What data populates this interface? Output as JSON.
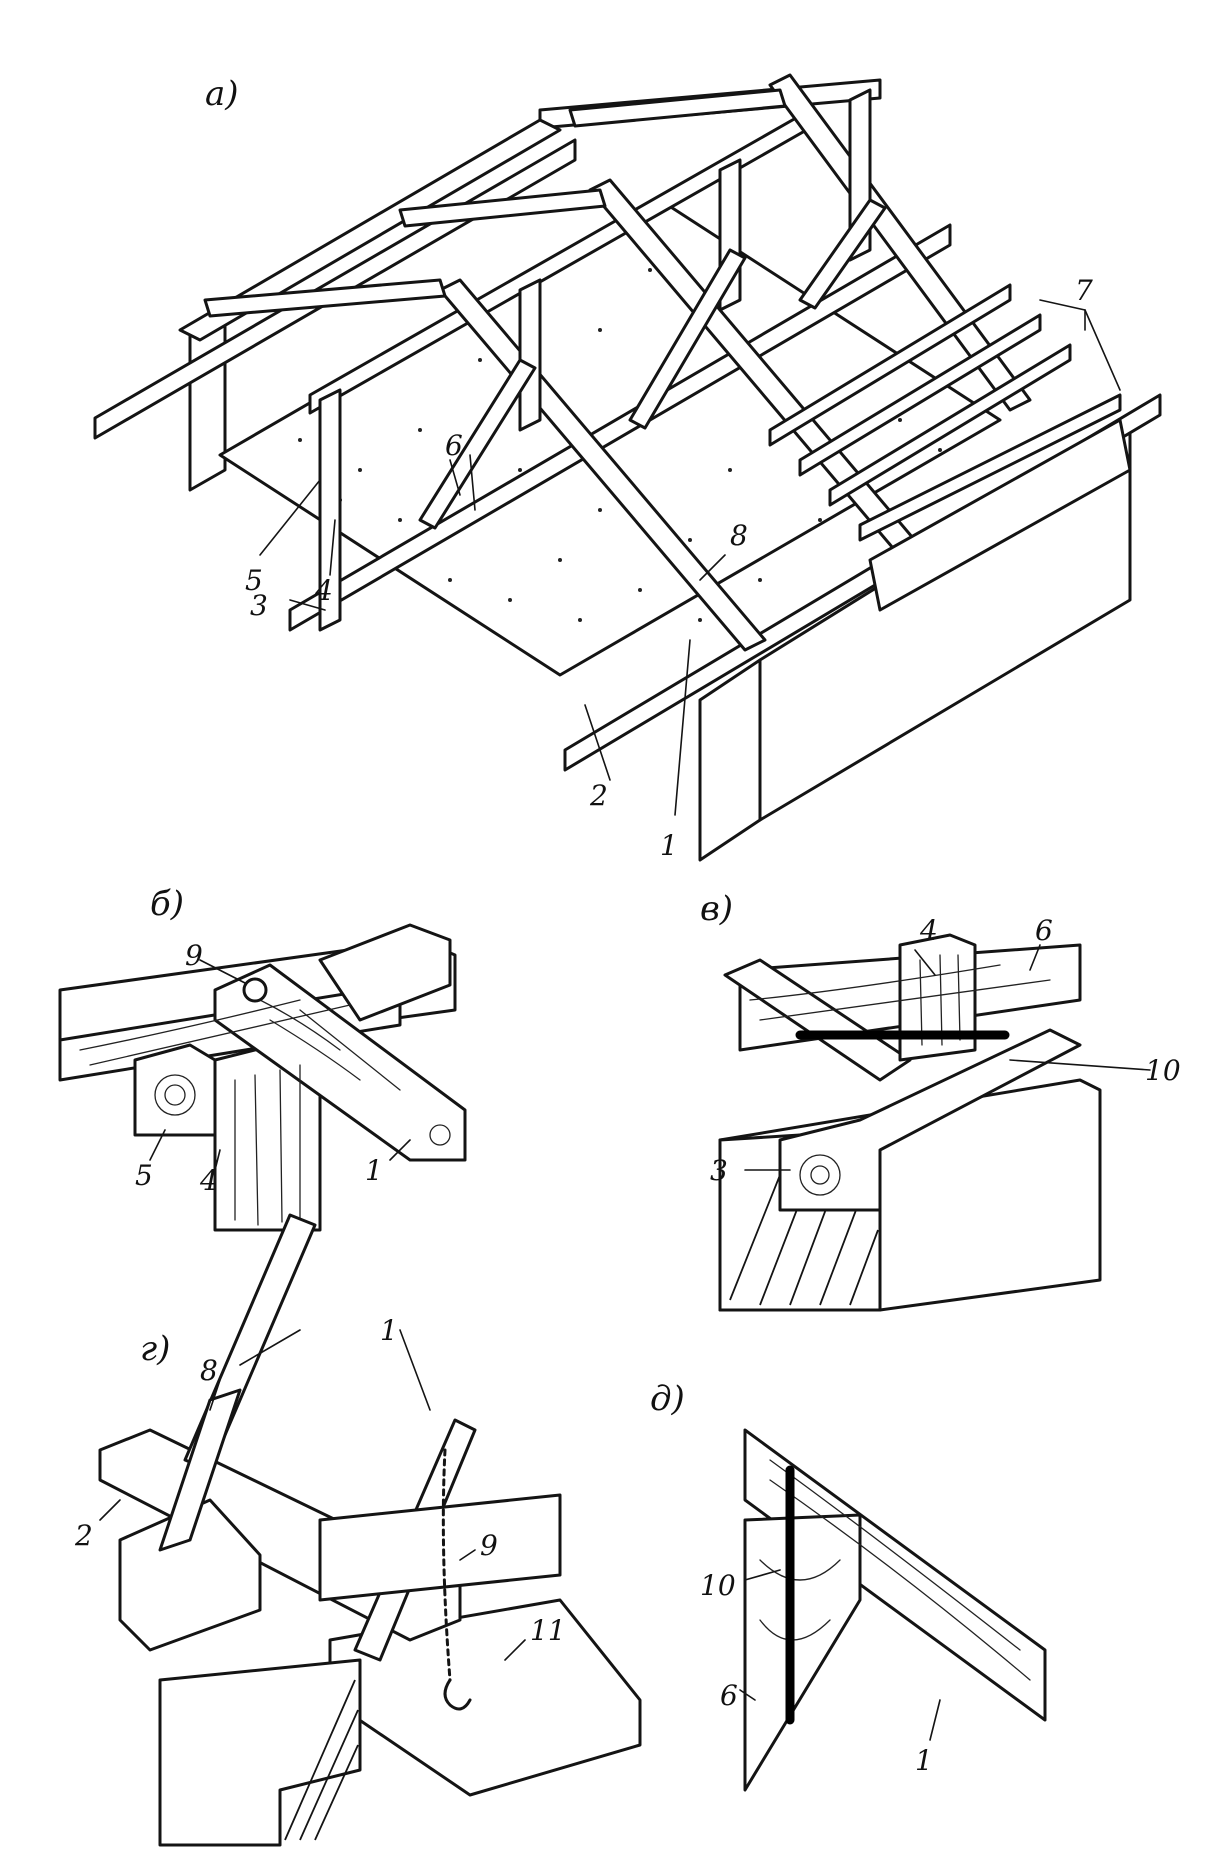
{
  "panels": {
    "a": {
      "letter": "а)",
      "callouts": [
        "1",
        "2",
        "3",
        "4",
        "5",
        "6",
        "7",
        "8"
      ]
    },
    "b": {
      "letter": "б)",
      "callouts": [
        "9",
        "5",
        "4",
        "1"
      ]
    },
    "v": {
      "letter": "в)",
      "callouts": [
        "4",
        "6",
        "10",
        "3"
      ]
    },
    "g": {
      "letter": "г)",
      "callouts": [
        "1",
        "8",
        "2",
        "9",
        "11"
      ]
    },
    "d": {
      "letter": "д)",
      "callouts": [
        "10",
        "6",
        "1"
      ]
    }
  }
}
